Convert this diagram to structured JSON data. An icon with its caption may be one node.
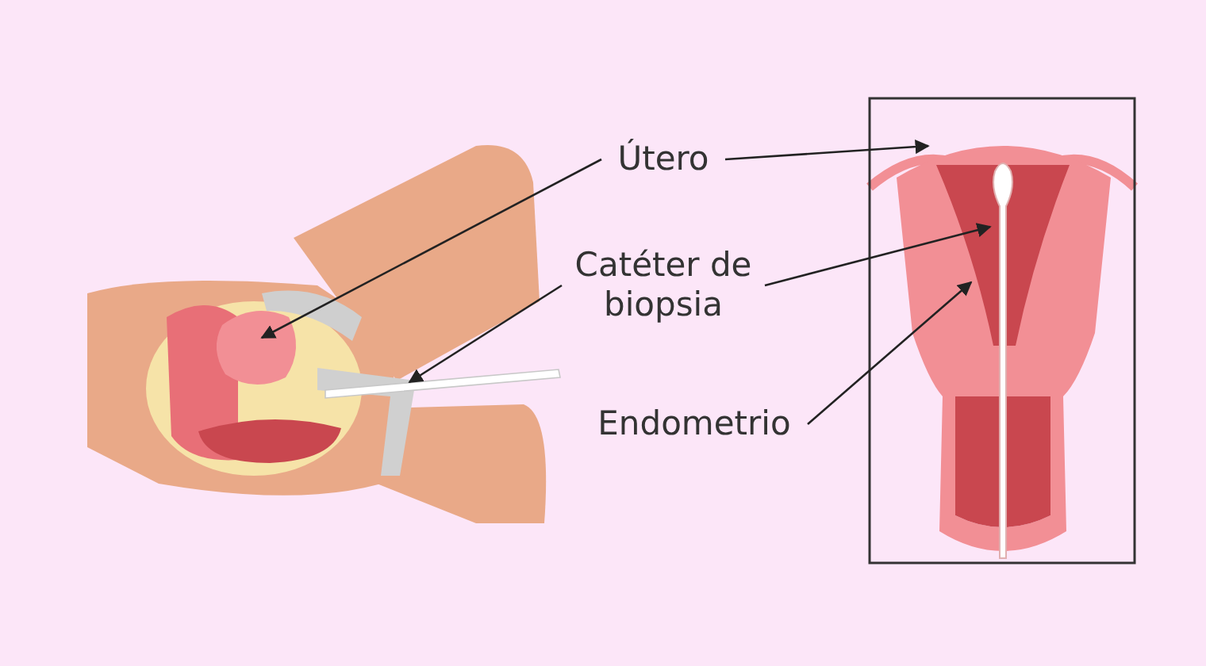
{
  "diagram": {
    "nodes": [
      {
        "text": [
          "Útero"
        ]
      },
      {
        "text": [
          "Catéter de biopsia"
        ]
      },
      {
        "text": [
          "Endometrio"
        ]
      },
      {
        "text": [],
        "shape": "picture"
      },
      {
        "text": [],
        "shape": "bar"
      },
      {
        "text": [],
        "shape": "picture"
      },
      {
        "text": [],
        "shape": "picture",
        "in": 5
      },
      {
        "text": [],
        "shape": "picture",
        "in": 5
      }
    ],
    "edges": [
      {
        "from": 0,
        "to": 3,
        "arrow": "to"
      },
      {
        "from": 0,
        "to": 5,
        "arrow": "to"
      },
      {
        "from": 1,
        "to": 4,
        "arrow": "to"
      },
      {
        "from": 1,
        "to": 6,
        "arrow": "to"
      },
      {
        "from": 2,
        "to": 7,
        "arrow": "to"
      }
    ]
  }
}
